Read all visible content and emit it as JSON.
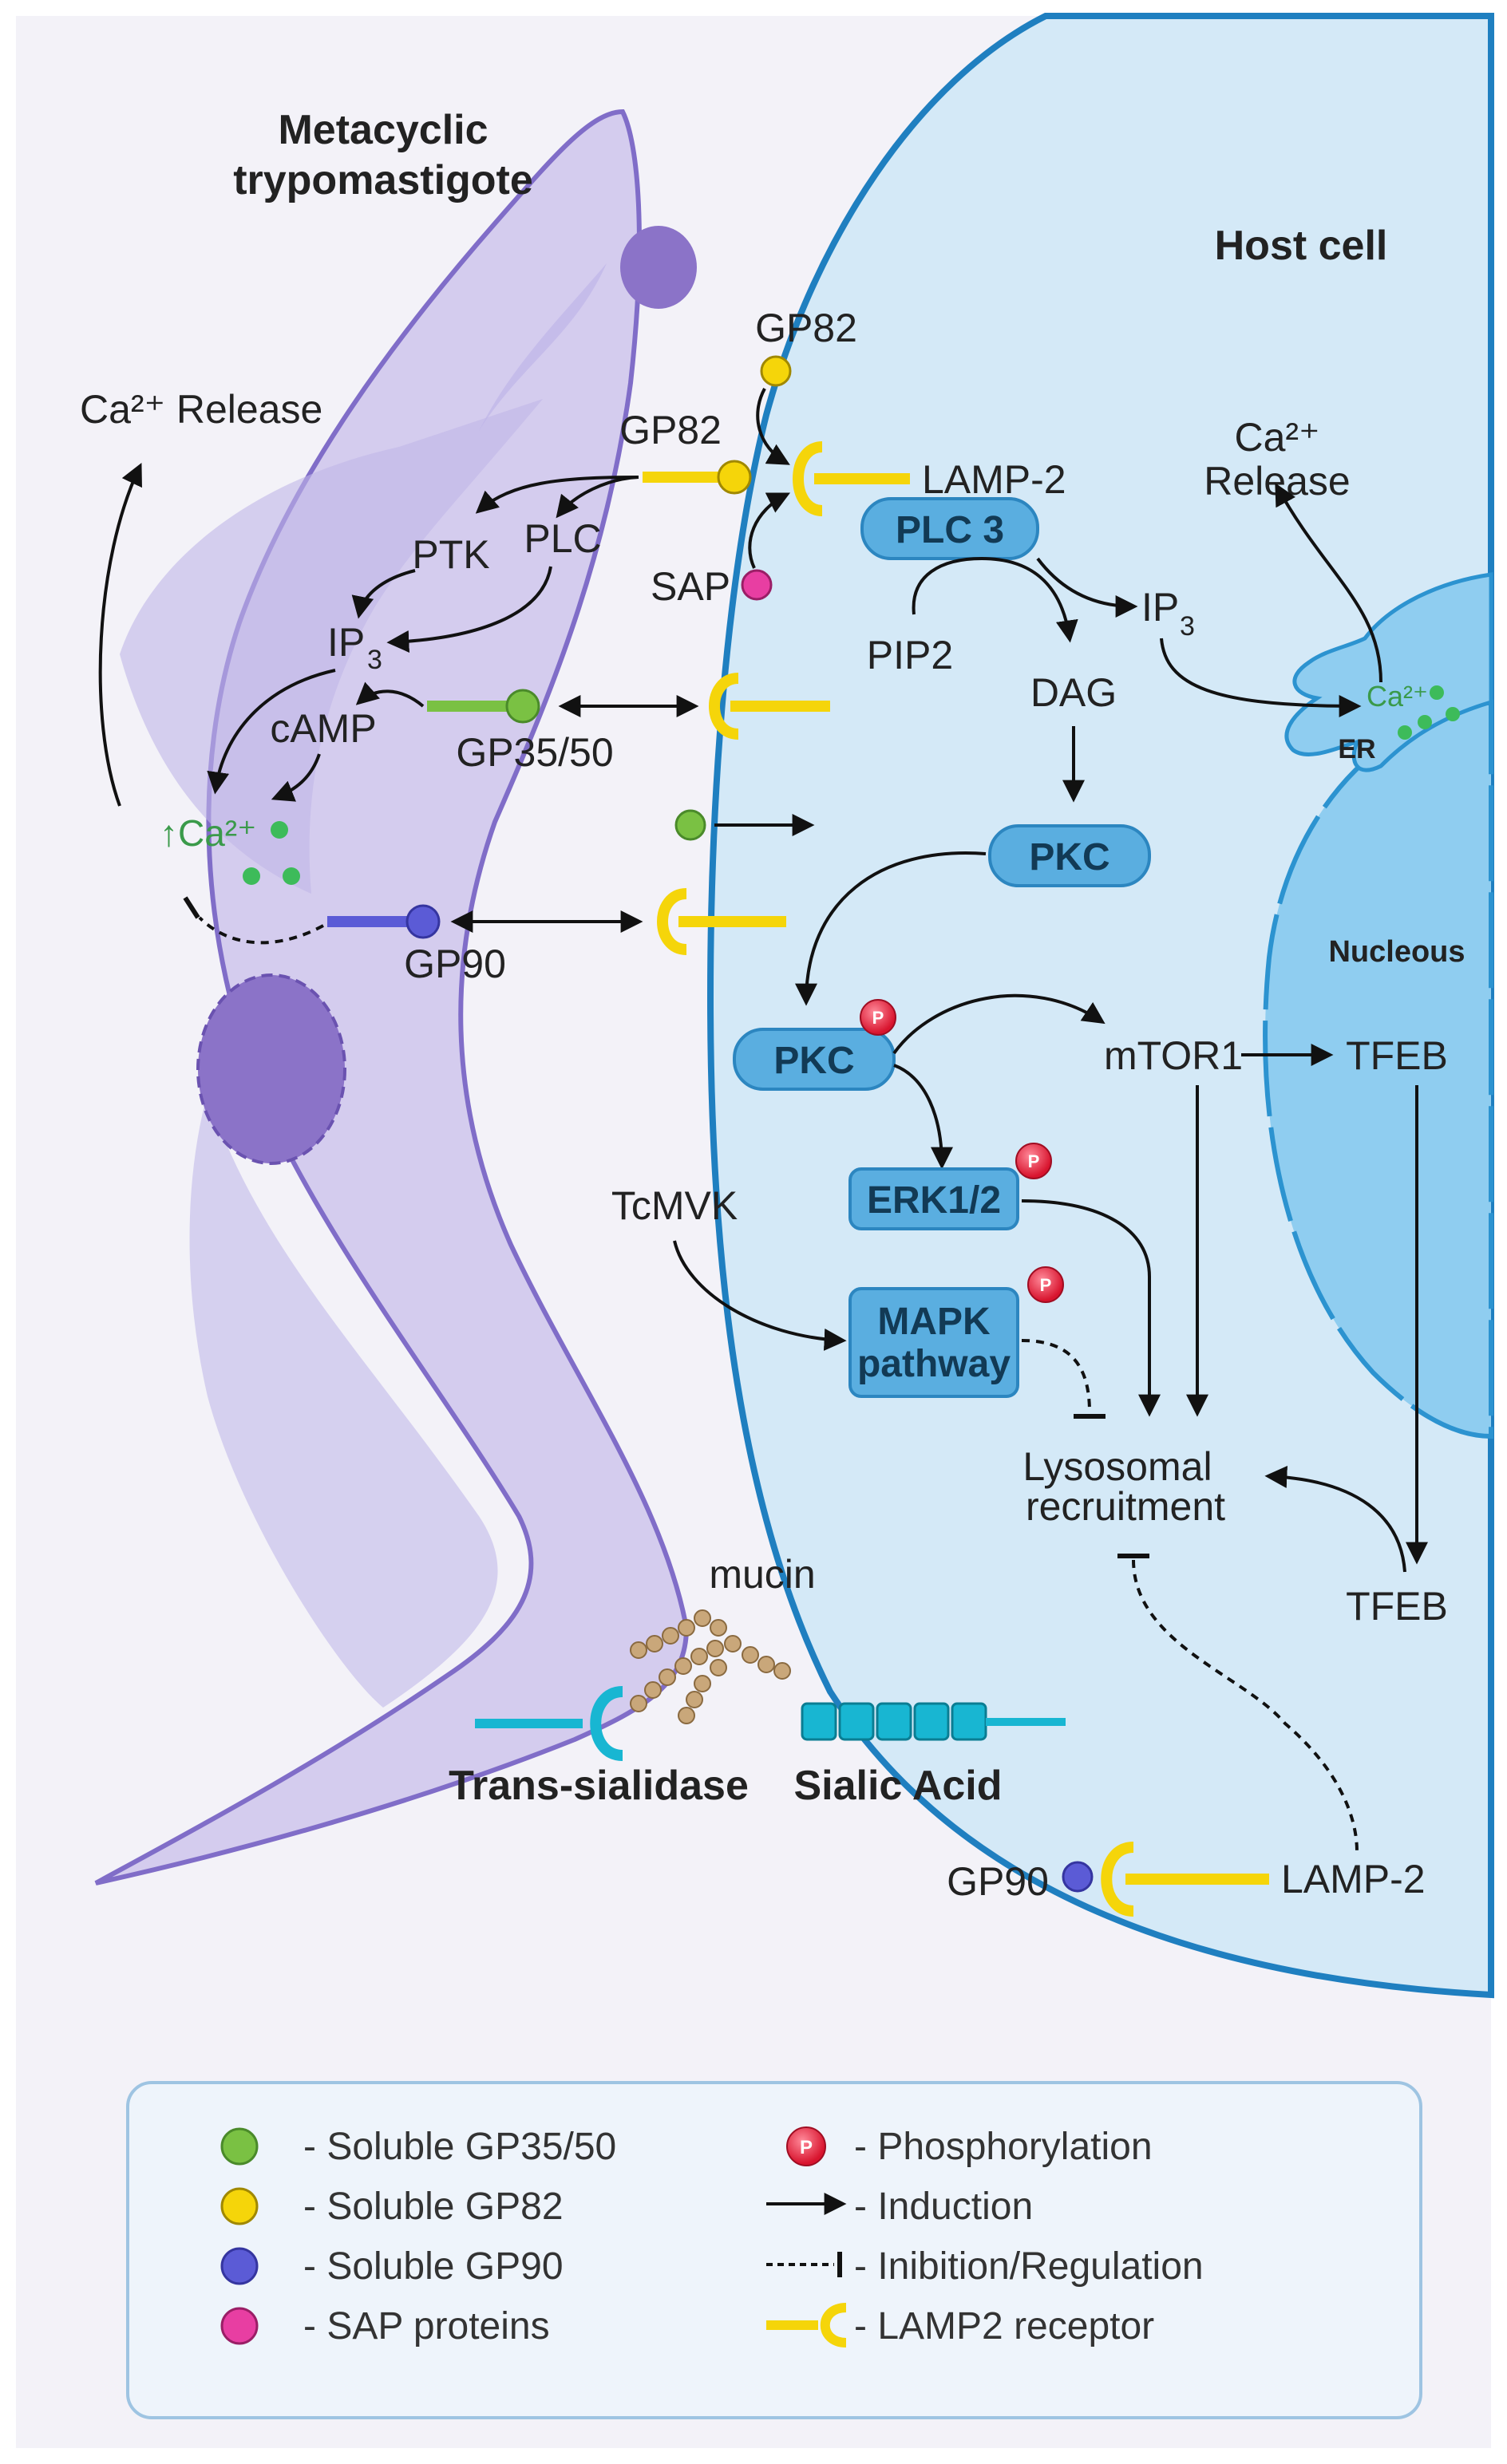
{
  "labels": {
    "parasite_title_1": "Metacyclic",
    "parasite_title_2": "trypomastigote",
    "host_title": "Host cell",
    "ca_release_left": "Ca²⁺ Release",
    "ca_release_right_1": "Ca²⁺",
    "ca_release_right_2": "Release",
    "gp82_top": "GP82",
    "gp82_mid": "GP82",
    "lamp2_top": "LAMP-2",
    "plc3": "PLC 3",
    "pip2": "PIP2",
    "ip3_host": "IP",
    "ip3_host_sub": "3",
    "dag": "DAG",
    "pkc1": "PKC",
    "pkc2": "PKC",
    "mtor1": "mTOR1",
    "tfeb1": "TFEB",
    "tfeb2": "TFEB",
    "erk": "ERK1/2",
    "mapk_1": "MAPK",
    "mapk_2": "pathway",
    "tcmvk": "TcMVK",
    "lysosomal_1": "Lysosomal",
    "lysosomal_2": "recruitment",
    "nucleous": "Nucleous",
    "er": "ER",
    "ca_er": "Ca²⁺",
    "ptk": "PTK",
    "plc": "PLC",
    "ip3_par": "IP",
    "ip3_par_sub": "3",
    "camp": "cAMP",
    "sap": "SAP",
    "gp3550": "GP35/50",
    "gp90_mid": "GP90",
    "ca_par": "↑Ca²⁺",
    "mucin": "mucin",
    "trans_sialidase": "Trans-sialidase",
    "sialic_acid": "Sialic Acid",
    "gp90_bottom": "GP90",
    "lamp2_bottom": "LAMP-2",
    "p": "P"
  },
  "legend": {
    "items_left": [
      {
        "label": "- Soluble GP35/50",
        "color": "#7ac143"
      },
      {
        "label": "- Soluble GP82",
        "color": "#f5d50a"
      },
      {
        "label": "- Soluble GP90",
        "color": "#5b5bd6"
      },
      {
        "label": "- SAP proteins",
        "color": "#e83ea2"
      }
    ],
    "items_right": [
      {
        "label": "- Phosphorylation",
        "icon": "phosphorylation-icon"
      },
      {
        "label": "- Induction",
        "icon": "arrow-icon"
      },
      {
        "label": "- Inibition/Regulation",
        "icon": "inhibition-icon"
      },
      {
        "label": "- LAMP2 receptor",
        "icon": "lamp2-receptor-icon"
      }
    ]
  },
  "colors": {
    "gp3550": "#7ac143",
    "gp82": "#f5d50a",
    "gp90": "#5b5bd6",
    "sap": "#e83ea2",
    "host_fill": "#d4e9f7",
    "box_fill": "#5aaee0",
    "parasite": "#cfc7ec",
    "phospho": "#e3203a"
  }
}
